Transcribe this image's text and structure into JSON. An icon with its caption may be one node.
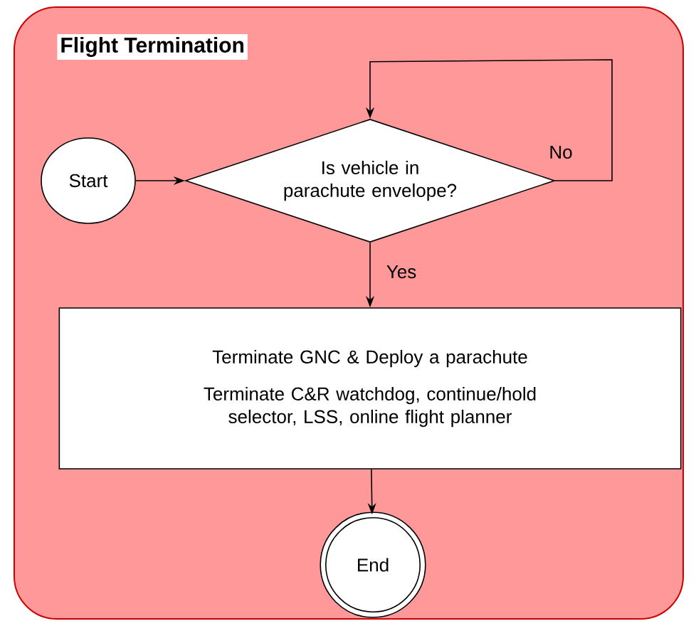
{
  "diagram": {
    "nodes": [
      {
        "text": [
          "Flight Termination"
        ]
      },
      {
        "text": [
          "Start"
        ],
        "in": 0
      },
      {
        "text": [
          "Is vehicle in parachute envelope?"
        ],
        "in": 0
      },
      {
        "text": [
          "Terminate GNC & Deploy a parachute",
          "Terminate C&R watchdog, continue/hold selector, LSS, online flight planner"
        ],
        "in": 0
      },
      {
        "text": [
          "End"
        ],
        "in": 0
      }
    ],
    "edges": [
      {
        "from": 1,
        "to": 2,
        "arrow": "to"
      },
      {
        "from": 2,
        "to": 2,
        "arrow": "to",
        "label": "No"
      },
      {
        "from": 2,
        "to": 3,
        "arrow": "to",
        "label": "Yes"
      },
      {
        "from": 3,
        "to": 4,
        "arrow": "to"
      }
    ]
  }
}
